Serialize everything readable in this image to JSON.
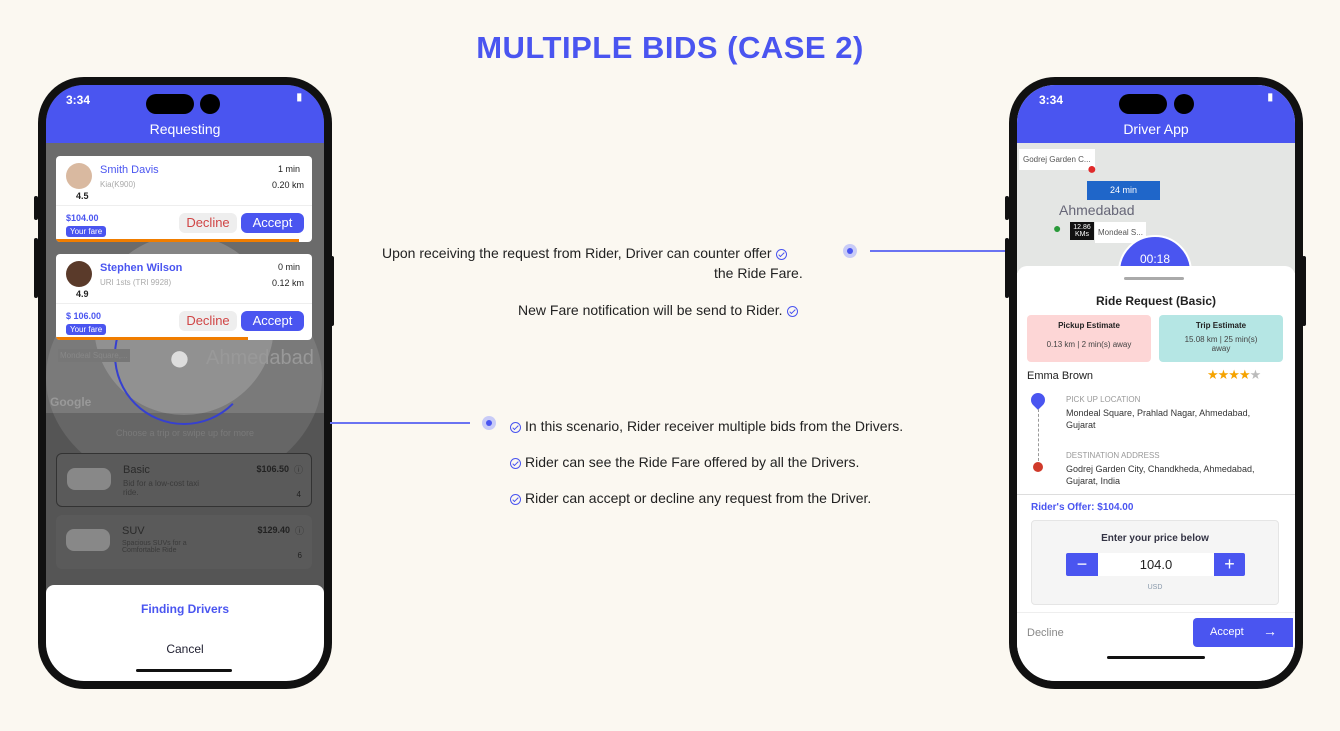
{
  "title": "MULTIPLE BIDS (CASE 2)",
  "notes_top": [
    "Upon receiving the request from Rider, Driver can counter offer",
    "the Ride Fare.",
    "New Fare notification will be send to Rider."
  ],
  "notes_bottom": [
    "In this scenario, Rider receiver multiple bids from the Drivers.",
    "Rider can see the Ride Fare offered by all the Drivers.",
    "Rider can accept or decline any request from the Driver."
  ],
  "rider": {
    "time": "3:34",
    "header": "Requesting",
    "bids": [
      {
        "name": "Smith Davis",
        "vehicle": "Kia(K900)",
        "rating": "4.5",
        "eta": "1 min",
        "distance": "0.20 km",
        "fare": "$104.00",
        "fare_tag": "Your fare",
        "decline": "Decline",
        "accept": "Accept",
        "timer_progress": 0.95
      },
      {
        "name": "Stephen Wilson",
        "vehicle": "URI 1sts (TRI 9928)",
        "rating": "4.9",
        "eta": "0 min",
        "distance": "0.12 km",
        "fare": "$ 106.00",
        "fare_tag": "Your fare",
        "decline": "Decline",
        "accept": "Accept",
        "timer_progress": 0.75
      }
    ],
    "map": {
      "pickup": "Mondeal Square,...",
      "city": "Ahmedabad",
      "logo": "Google"
    },
    "choose_hint": "Choose a trip or swipe up for more",
    "rides": [
      {
        "name": "Basic",
        "desc": "Bid for a low-cost taxi ride.",
        "price": "$106.50",
        "seats": "4"
      },
      {
        "name": "SUV",
        "desc": "Spacious SUVs for a Comfortable Ride",
        "price": "$129.40",
        "seats": "6"
      }
    ],
    "finding": "Finding  Drivers",
    "cancel": "Cancel"
  },
  "driver": {
    "time": "3:34",
    "header": "Driver App",
    "map": {
      "dest": "Godrej Garden C...",
      "duration": "24 min",
      "city": "Ahmedabad",
      "distance": "12.86 KMs",
      "origin": "Mondeal S...",
      "timer": "00:18"
    },
    "title": "Ride Request (Basic)",
    "pickup_est": {
      "label": "Pickup Estimate",
      "value": "0.13 km | 2 min(s) away"
    },
    "trip_est": {
      "label": "Trip Estimate",
      "value": "15.08 km | 25 min(s) away"
    },
    "rider_name": "Emma Brown",
    "rating": 4.5,
    "pickup_label": "PICK UP LOCATION",
    "pickup": "Mondeal Square, Prahlad Nagar, Ahmedabad, Gujarat",
    "dest_label": "DESTINATION ADDRESS",
    "dest": "Godrej Garden City, Chandkheda, Ahmedabad, Gujarat, India",
    "offer": "Rider's Offer: $104.00",
    "price_prompt": "Enter your price below",
    "price": "104.0",
    "currency": "USD",
    "decline": "Decline",
    "accept": "Accept"
  },
  "colors": {
    "accent": "#4a55f0",
    "orange": "#f07d00",
    "bg": "#fbf8f1"
  }
}
